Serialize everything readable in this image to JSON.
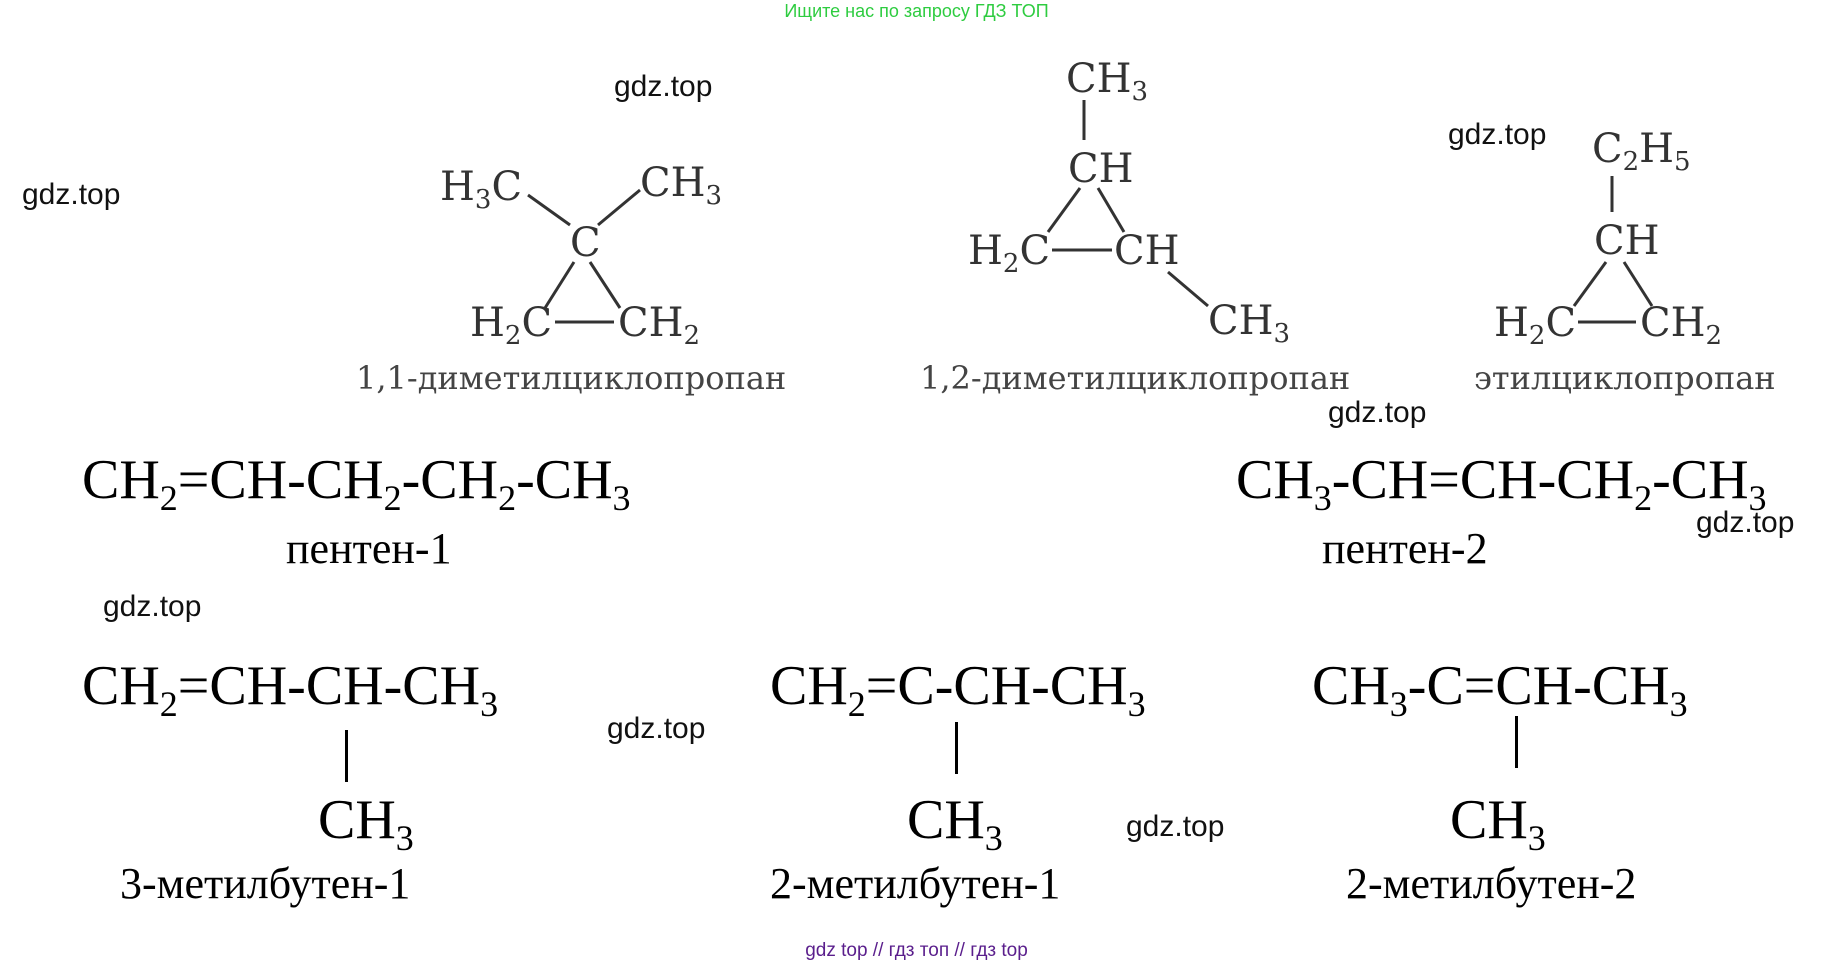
{
  "header": {
    "text": "Ищите нас по запросу ГДЗ ТОП"
  },
  "watermark": "gdz.top",
  "footer": {
    "text": "gdz top  //  гдз топ  //  гдз top"
  },
  "cyclo": [
    {
      "name": "1,1-диметилциклопропан",
      "atoms": {
        "a1": "H",
        "a1s": "3",
        "a1t": "C",
        "a2": "CH",
        "a2s": "3",
        "c": "C",
        "b1": "H",
        "b1s": "2",
        "b1t": "C",
        "b2": "CH",
        "b2s": "2"
      }
    },
    {
      "name": "1,2-диметилциклопропан",
      "atoms": {
        "top": "CH",
        "tops": "3",
        "ch": "CH",
        "b1": "H",
        "b1s": "2",
        "b1t": "C",
        "b2": "CH",
        "br": "CH",
        "brs": "3"
      }
    },
    {
      "name": "этилциклопропан",
      "atoms": {
        "top": "C",
        "tops": "2",
        "topt": "H",
        "topu": "5",
        "ch": "CH",
        "b1": "H",
        "b1s": "2",
        "b1t": "C",
        "b2": "CH",
        "b2s": "2"
      }
    }
  ],
  "pentene1": {
    "formula": [
      "CH",
      "2",
      "=CH-CH",
      "2",
      "-CH",
      "2",
      "-CH",
      "3"
    ],
    "name": "пентен-1"
  },
  "pentene2": {
    "formula": [
      "CH",
      "3",
      "-CH=CH-CH",
      "2",
      "-CH",
      "3"
    ],
    "name": "пентен-2"
  },
  "mb1": {
    "main": [
      "CH",
      "2",
      "=CH-CH-CH",
      "3"
    ],
    "branch": [
      "CH",
      "3"
    ],
    "name": "3-метилбутен-1"
  },
  "mb2": {
    "main": [
      "CH",
      "2",
      "=C-CH-CH",
      "3"
    ],
    "branch": [
      "CH",
      "3"
    ],
    "name": "2-метилбутен-1"
  },
  "mb3": {
    "main": [
      "CH",
      "3",
      "-C=CH-CH",
      "3"
    ],
    "branch": [
      "CH",
      "3"
    ],
    "name": "2-метилбутен-2"
  }
}
